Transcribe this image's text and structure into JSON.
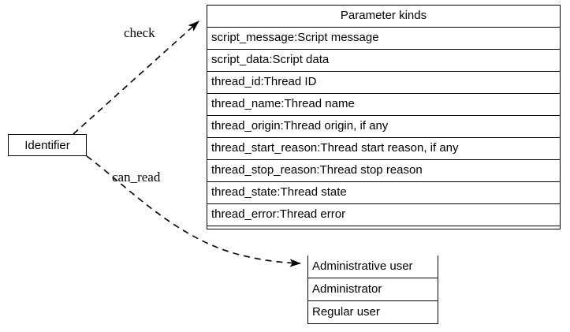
{
  "diagram": {
    "type": "entity-relationship-record-diagram",
    "background_color": "#ffffff",
    "line_color": "#000000",
    "source_node": {
      "label": "Identifier"
    },
    "edges": [
      {
        "name": "check-edge",
        "label": "check",
        "from": "Identifier",
        "to": "Parameter kinds",
        "style": "dashed",
        "arrowhead": "solid-triangle"
      },
      {
        "name": "can-read-edge",
        "label": "can_read",
        "from": "Identifier",
        "to": "Administrative user",
        "style": "dashed",
        "arrowhead": "solid-triangle"
      }
    ],
    "tables": [
      {
        "name": "parameter-kinds",
        "header": "Parameter kinds",
        "rows": [
          "script_message:Script message",
          "script_data:Script data",
          "thread_id:Thread ID",
          "thread_name:Thread name",
          "thread_origin:Thread origin, if any",
          "thread_start_reason:Thread start reason, if any",
          "thread_stop_reason:Thread stop reason",
          "thread_state:Thread state",
          "thread_error:Thread error"
        ]
      },
      {
        "name": "administrative-user",
        "header": "Administrative user",
        "rows": [
          "Administrator",
          "Regular user"
        ]
      }
    ]
  }
}
